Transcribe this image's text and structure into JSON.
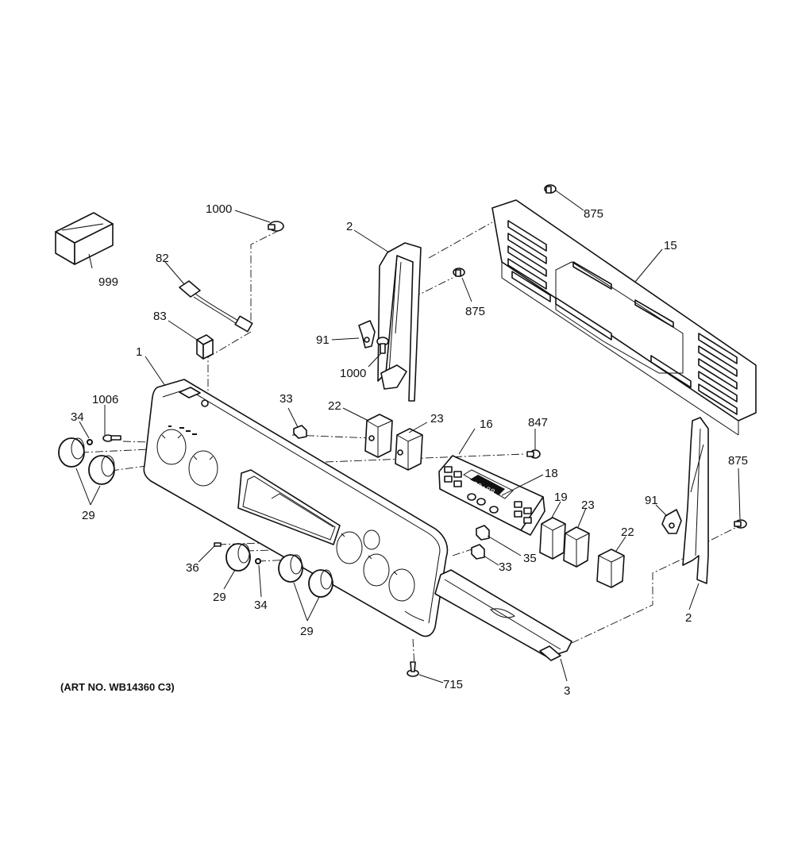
{
  "caption": "(ART NO. WB14360 C3)",
  "display_digits": "88:88",
  "callouts": {
    "c999": "999",
    "c1000a": "1000",
    "c82": "82",
    "c83": "83",
    "c1": "1",
    "c1006": "1006",
    "c34a": "34",
    "c29a": "29",
    "c2a": "2",
    "c91a": "91",
    "c1000b": "1000",
    "c875a": "875",
    "c875b": "875",
    "c15": "15",
    "c33a": "33",
    "c22a": "22",
    "c23a": "23",
    "c16": "16",
    "c847": "847",
    "c18": "18",
    "c19": "19",
    "c23b": "23",
    "c875c": "875",
    "c91b": "91",
    "c22b": "22",
    "c35": "35",
    "c33b": "33",
    "c36": "36",
    "c29b": "29",
    "c34b": "34",
    "c29c": "29",
    "c2b": "2",
    "c715": "715",
    "c3": "3"
  }
}
